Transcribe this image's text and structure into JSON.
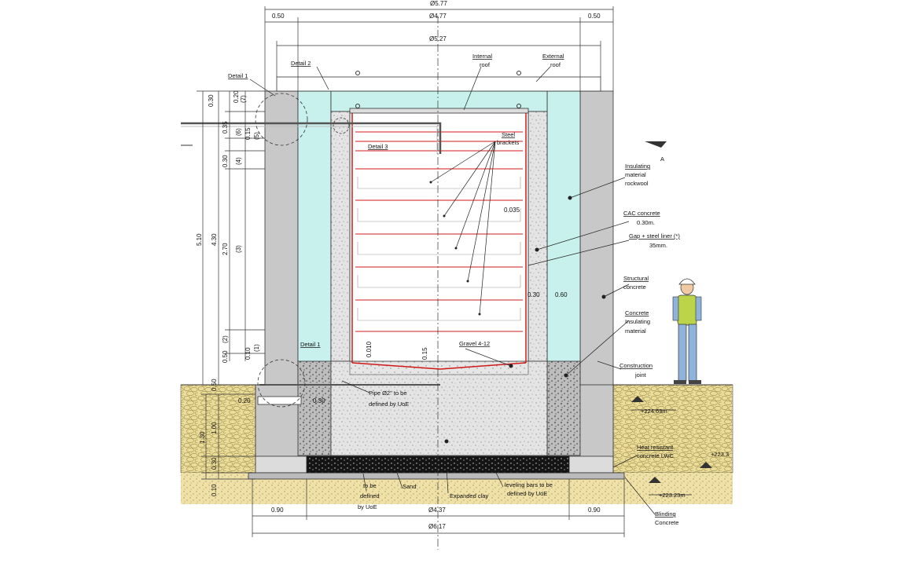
{
  "dimensions": {
    "top_outer": "Ø5.77",
    "top_left_wall": "0.50",
    "top_inner": "Ø4.77",
    "top_right_wall": "0.50",
    "mid": "Ø5.27",
    "bottom_left": "0.90",
    "bottom_inner": "Ø4.37",
    "bottom_right": "0.90",
    "bottom_total": "Ø6.17",
    "v_total": "5.10",
    "v_inner": "4.30",
    "v_030a": "0.30",
    "v_020": "0.20",
    "v_7": "(7)",
    "v_035": "0.35",
    "v_6": "(6)",
    "v_015": "0.15",
    "v_5": "(5)",
    "v_030b": "0.30",
    "v_4": "(4)",
    "v_270": "2.70",
    "v_3": "(3)",
    "v_050": "0.50",
    "v_2": "(2)",
    "v_010": "0.10",
    "v_1": "(1)",
    "v_050b": "0.50",
    "v_130": "1.30",
    "v_100": "1.00",
    "v_030c": "0.30",
    "v_010b": "0.10",
    "h_020": "0.20",
    "h_030": "0.30",
    "gap_0035": "0.035",
    "w_030": "0.30",
    "w_060": "0.60",
    "g_010": "0.010",
    "g_015": "0.15"
  },
  "labels": {
    "detail1_top": "Detail 1",
    "detail2": "Detail 2",
    "detail3": "Detail 3",
    "detail1_bottom": "Detail 1",
    "internal_roof_1": "Internal",
    "internal_roof_2": "roof",
    "external_roof_1": "External",
    "external_roof_2": "roof",
    "steel_brackets_1": "Steel",
    "steel_brackets_2": "brackets",
    "section_a": "A",
    "insul_1": "Insulating",
    "insul_2": "material",
    "insul_3": "rockwool",
    "cac_1": "CAC  concrete",
    "cac_2": "0.30m.",
    "gap_1": "Gap + steel liner (*)",
    "gap_2": "35mm.",
    "struct_1": "Structural",
    "struct_2": "concrete",
    "conc_insul_1": "Concrete",
    "conc_insul_2": "Insulating",
    "conc_insul_3": "material",
    "gravel": "Gravel 4-12",
    "constr_1": "Construction",
    "constr_2": "joint",
    "pipe_1": "Pipe  Ø2\" to be",
    "pipe_2": "defined by UoE",
    "level_1": "+224.63m",
    "heat_1": "Heat resistant",
    "heat_2": "concrete LWC",
    "level_2": "+223.3",
    "level_3": "+223.23m",
    "blinding_1": "Blinding",
    "blinding_2": "Concrete",
    "tobe_1": "to be",
    "tobe_2": "defined",
    "tobe_3": "by UoE",
    "sand": "Sand",
    "expanded_clay": "Expanded clay",
    "leveling_1": "leveling bars to be",
    "leveling_2": "defined by UoE"
  },
  "colors": {
    "concrete": "#c8c8c8",
    "insulation": "#c8f0ec",
    "soil": "#ecdc9a",
    "red_liner": "#d01818",
    "expanded_clay": "#141414"
  }
}
